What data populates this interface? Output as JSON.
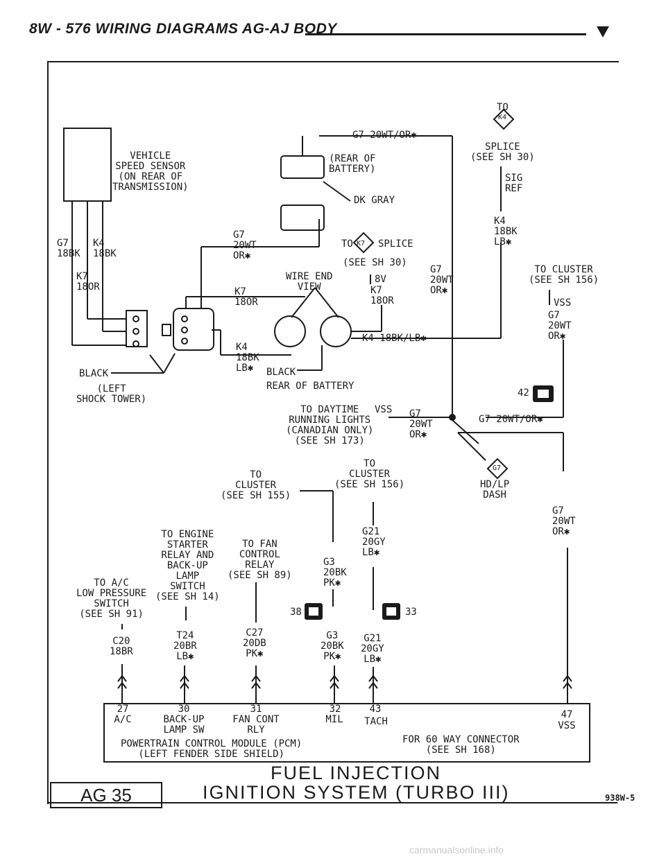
{
  "header": {
    "page_ref": "8W - 576  WIRING DIAGRAMS AG-AJ BODY"
  },
  "labels": {
    "vss_sensor": "VEHICLE\nSPEED SENSOR\n(ON REAR OF\nTRANSMISSION)",
    "g7_top": "G7 20WT/OR✱",
    "rear_of_battery_top": "(REAR OF\nBATTERY)",
    "dk_gray": "DK GRAY",
    "to_k4": "TO",
    "k4_splice": "SPLICE\n(SEE SH 30)",
    "sig_ref": "SIG\nREF",
    "k4_18bk_lb": "K4\n18BK\nLB✱",
    "g7_18bk": "G7\n18BK",
    "k4_18bk": "K4\n18BK",
    "k7_18or": "K7\n18OR",
    "g7_20wt_or_mid": "G7\n20WT\nOR✱",
    "to_k7": "TO",
    "k7_splice": "SPLICE",
    "see_sh30": "(SEE SH 30)",
    "eight_v": "8V",
    "wire_end_view": "WIRE END\nVIEW",
    "k7_18or_b": "K7\n18OR",
    "k7_18or_c": "K7\n18OR",
    "g7_20wt_or_right": "G7\n20WT\nOR✱",
    "to_cluster_156": "TO CLUSTER\n(SEE SH 156)",
    "vss": "VSS",
    "g7_20wt_or_r2": "G7\n20WT\nOR✱",
    "k4_18bk_lb_b": "K4\n18BK\nLB✱",
    "k4_18bk_lb_line": "K4 18BK/LB✱",
    "black_left": "BLACK",
    "black_mid": "BLACK",
    "left_shock": "(LEFT\nSHOCK TOWER)",
    "rear_of_battery": "REAR OF BATTERY",
    "splice_42": "42",
    "drl": "TO DAYTIME\nRUNNING LIGHTS\n(CANADIAN ONLY)\n(SEE SH 173)",
    "vss_small": "VSS",
    "g7_20wt_or_drl": "G7\n20WT\nOR✱",
    "g7_line": "G7 20WT/OR✱",
    "hd_lp_dash": "HD/LP\nDASH",
    "g7_20wt_or_r3": "G7\n20WT\nOR✱",
    "to_cluster_155": "TO\nCLUSTER\n(SEE SH 155)",
    "to_cluster_156b": "TO\nCLUSTER\n(SEE SH 156)",
    "g21_top": "G21\n20GY\nLB✱",
    "g3_top": "G3\n20BK\nPK✱",
    "to_engine": "TO ENGINE\nSTARTER\nRELAY AND\nBACK-UP\nLAMP\nSWITCH\n(SEE SH 14)",
    "to_fan": "TO FAN\nCONTROL\nRELAY\n(SEE SH 89)",
    "to_ac": "TO A/C\nLOW PRESSURE\nSWITCH\n(SEE SH 91)",
    "splice_38": "38",
    "splice_33": "33",
    "c20": "C20\n18BR",
    "t24": "T24\n20BR\nLB✱",
    "c27": "C27\n20DB\nPK✱",
    "g3_bot": "G3\n20BK\nPK✱",
    "g21_bot": "G21\n20GY\nLB✱",
    "pcm_title": "POWERTRAIN CONTROL MODULE (PCM)\n(LEFT FENDER SIDE SHIELD)",
    "conn_title": "FOR 60 WAY CONNECTOR\n(SEE SH 168)",
    "k4_tag": "K4",
    "k7_tag": "K7",
    "g7_tag": "G7"
  },
  "pcm_pins": [
    {
      "num": "27",
      "name": "A/C"
    },
    {
      "num": "30",
      "name": "BACK-UP\nLAMP SW"
    },
    {
      "num": "31",
      "name": "FAN CONT\nRLY"
    },
    {
      "num": "32",
      "name": "MIL"
    },
    {
      "num": "43",
      "name": "TACH"
    },
    {
      "num": "47",
      "name": "VSS"
    }
  ],
  "footer": {
    "title_line1": "FUEL INJECTION",
    "title_line2": "IGNITION SYSTEM (TURBO III)",
    "sheet": "AG 35",
    "figure_code": "938W-5",
    "watermark": "carmanualsonline.info"
  }
}
